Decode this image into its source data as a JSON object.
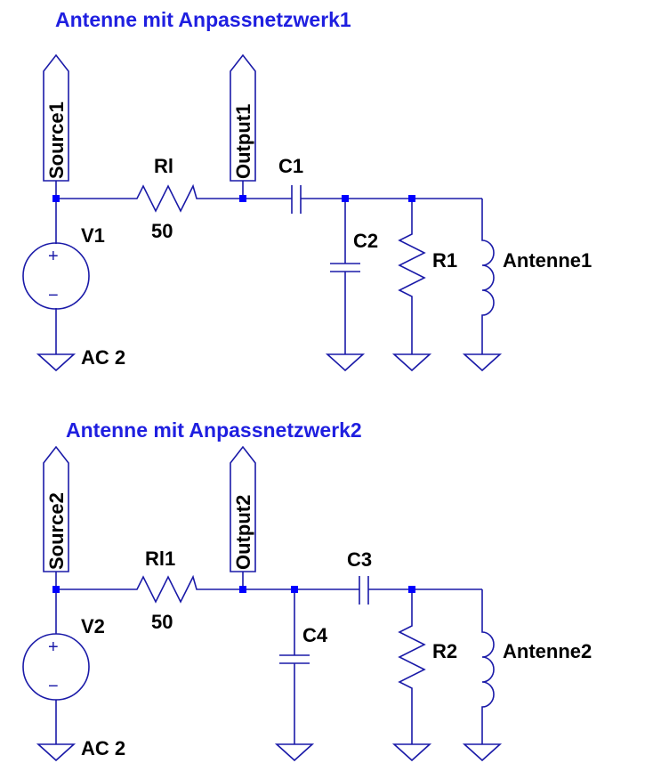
{
  "circuit1": {
    "title": "Antenne mit Anpassnetzwerk1",
    "source_port": "Source1",
    "output_port": "Output1",
    "resistor": {
      "name": "Rl",
      "value": "50"
    },
    "voltage_source": {
      "name": "V1",
      "value": "AC 2",
      "plus": "+",
      "minus": "−"
    },
    "series_cap": "C1",
    "shunt_cap": "C2",
    "load_resistor": "R1",
    "antenna": "Antenne1"
  },
  "circuit2": {
    "title": "Antenne mit Anpassnetzwerk2",
    "source_port": "Source2",
    "output_port": "Output2",
    "resistor": {
      "name": "Rl1",
      "value": "50"
    },
    "voltage_source": {
      "name": "V2",
      "value": "AC 2",
      "plus": "+",
      "minus": "−"
    },
    "series_cap": "C3",
    "shunt_cap": "C4",
    "load_resistor": "R2",
    "antenna": "Antenne2"
  },
  "colors": {
    "wire": "#1a1aa8",
    "node": "#0000ff",
    "title": "#1f1fe0",
    "label": "#000000"
  }
}
